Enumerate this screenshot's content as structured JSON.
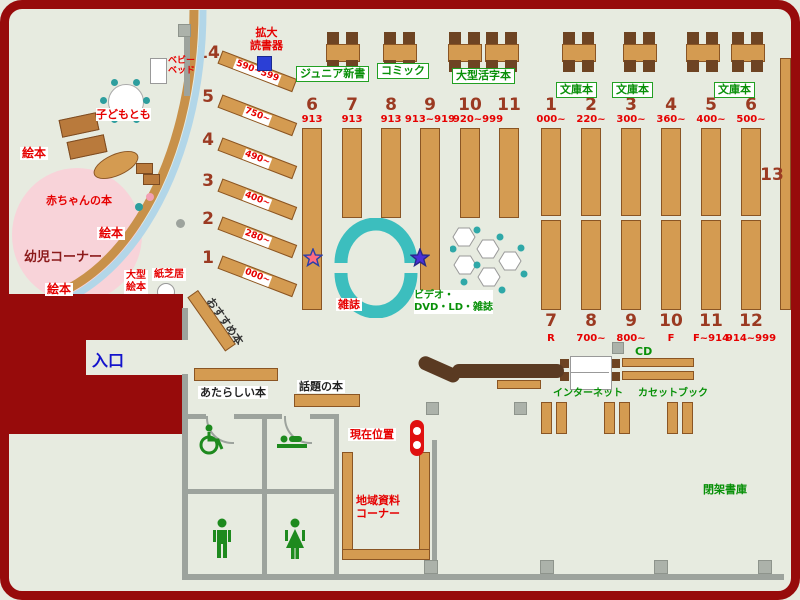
{
  "colors": {
    "wall_red": "#970B0B",
    "floor": "#E7EBE0",
    "shelf_tan": "#D49B51",
    "shelf_border": "#8A5524",
    "chair_brown": "#6E4423",
    "desk_brown": "#5A3A22",
    "teal": "#3CBEBE",
    "pink_area": "#F8D3D9",
    "window_blue": "#B2D6E8",
    "label_red": "#E60000",
    "label_green": "#089008",
    "number_brown": "#9B3A22",
    "entrance_blue": "#1414CC",
    "marker_red": "#E01010"
  },
  "magnifier": {
    "l1": "拡大",
    "l2": "読書器"
  },
  "kids_area": {
    "corner": "幼児コーナー",
    "baby_books": "赤ちゃんの本",
    "kodomotomo": "子どもとも",
    "picture_books": "絵本",
    "baby_bed_l1": "ベビー",
    "baby_bed_l2": "ベッド",
    "large_picture_l1": "大型",
    "large_picture_l2": "絵本",
    "kamishibai": "紙芝居"
  },
  "diagonal_shelves": [
    {
      "num": "14",
      "range": "590~599"
    },
    {
      "num": "5",
      "range": "750~"
    },
    {
      "num": "4",
      "range": "490~"
    },
    {
      "num": "3",
      "range": "400~"
    },
    {
      "num": "2",
      "range": "280~"
    },
    {
      "num": "1",
      "range": "000~"
    }
  ],
  "recommended": "おすすめ本",
  "genres": {
    "junior": "ジュニア新書",
    "comic": "コミック",
    "large_print": "大型活字本",
    "bunko": "文庫本"
  },
  "shelves_a": [
    {
      "num": "6",
      "range": "913"
    },
    {
      "num": "7",
      "range": "913"
    },
    {
      "num": "8",
      "range": "913"
    },
    {
      "num": "9",
      "range": "913~919"
    },
    {
      "num": "10",
      "range": "920~999"
    },
    {
      "num": "11",
      "range": ""
    }
  ],
  "shelves_b_top": [
    {
      "num": "1",
      "range": "000~"
    },
    {
      "num": "2",
      "range": "220~"
    },
    {
      "num": "3",
      "range": "300~"
    },
    {
      "num": "4",
      "range": "360~"
    },
    {
      "num": "5",
      "range": "400~"
    },
    {
      "num": "6",
      "range": "500~"
    }
  ],
  "shelves_b_bottom": [
    {
      "num": "7",
      "range": "R"
    },
    {
      "num": "8",
      "range": "700~"
    },
    {
      "num": "9",
      "range": "800~"
    },
    {
      "num": "10",
      "range": "F"
    },
    {
      "num": "11",
      "range": "F~914"
    },
    {
      "num": "12",
      "range": "914~999"
    }
  ],
  "shelf_13": "13",
  "center": {
    "magazines": "雑誌",
    "video_l1": "ビデオ・",
    "video_l2": "DVD・LD・雑誌"
  },
  "south": {
    "entrance": "入口",
    "new_books": "あたらしい本",
    "topic_books": "話題の本",
    "you_are_here": "現在位置",
    "local_l1": "地域資料",
    "local_l2": "コーナー",
    "cd": "CD",
    "internet": "インターネット",
    "cassette": "カセットブック",
    "closed_stacks": "閉架書庫"
  }
}
